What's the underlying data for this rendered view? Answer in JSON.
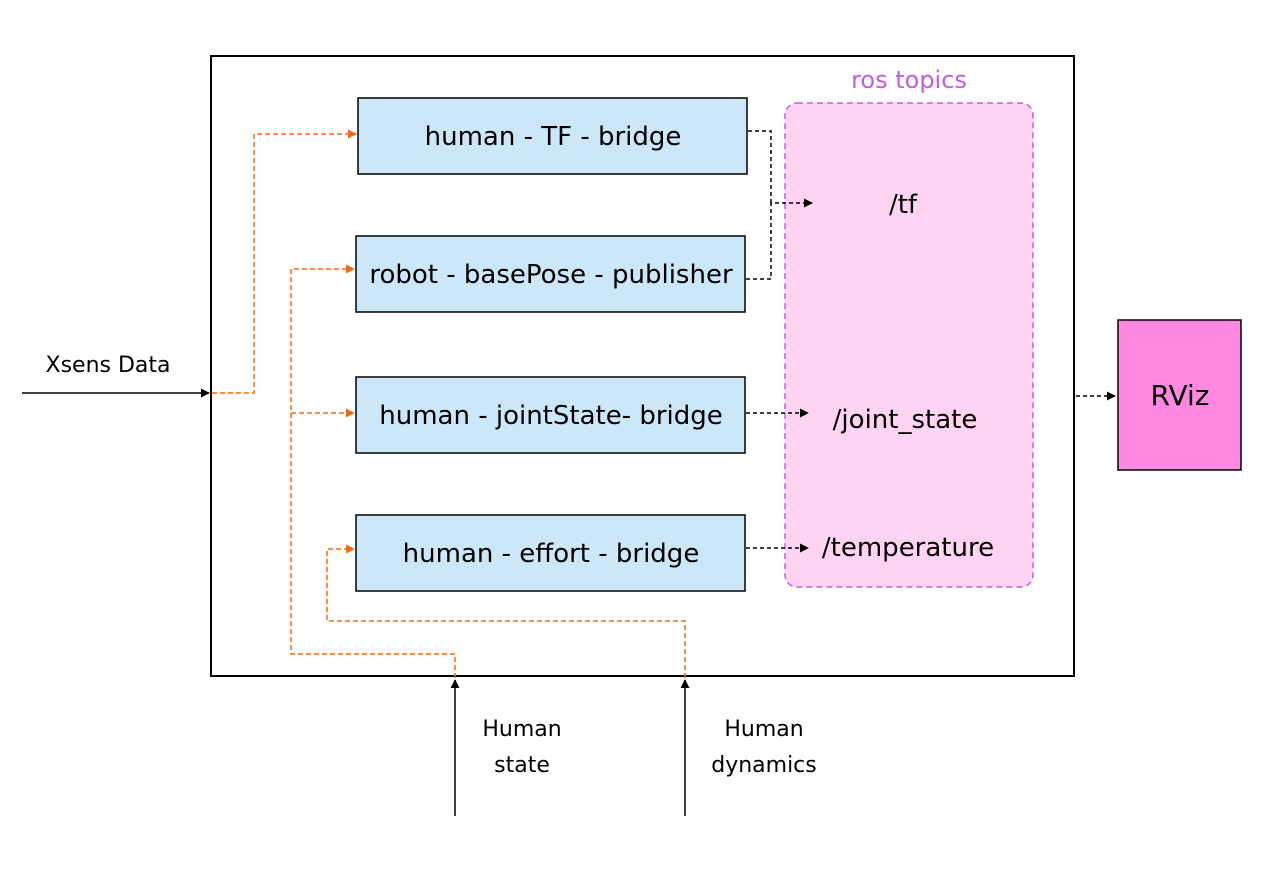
{
  "nodes": {
    "tf_bridge": "human - TF - bridge",
    "basepose_publisher": "robot - basePose - publisher",
    "jointstate_bridge": "human - jointState- bridge",
    "effort_bridge": "human - effort - bridge"
  },
  "ros_topics": {
    "title": "ros topics",
    "tf": "/tf",
    "joint_state": "/joint_state",
    "temperature": "/temperature"
  },
  "rviz": {
    "label": "RViz"
  },
  "inputs": {
    "xsens": "Xsens Data",
    "human_state": [
      "Human",
      "state"
    ],
    "human_dynamics": [
      "Human",
      "dynamics"
    ]
  },
  "colors": {
    "node_fill": "#cce8f8",
    "topics_fill": "#ffd3f2",
    "topics_border": "#c35cdd",
    "topics_title": "#c35cdd",
    "rviz_fill": "#ff88e0",
    "orange_arrow": "#ee6a1b",
    "black": "#000000"
  }
}
